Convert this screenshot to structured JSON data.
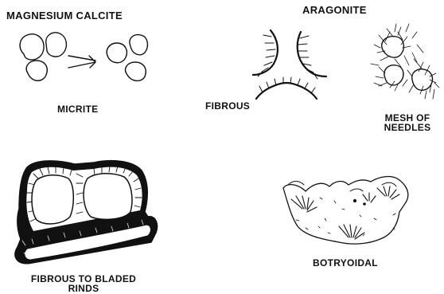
{
  "headings": {
    "left": "MAGNESIUM CALCITE",
    "right": "ARAGONITE"
  },
  "labels": {
    "micrite": "MICRITE",
    "fibrous": "FIBROUS",
    "mesh_line1": "MESH OF",
    "mesh_line2": "NEEDLES",
    "rinds_line1": "FIBROUS TO BLADED",
    "rinds_line2": "RINDS",
    "botryoidal": "BOTRYOIDAL"
  },
  "colors": {
    "ink": "#111111",
    "paper": "#ffffff"
  }
}
